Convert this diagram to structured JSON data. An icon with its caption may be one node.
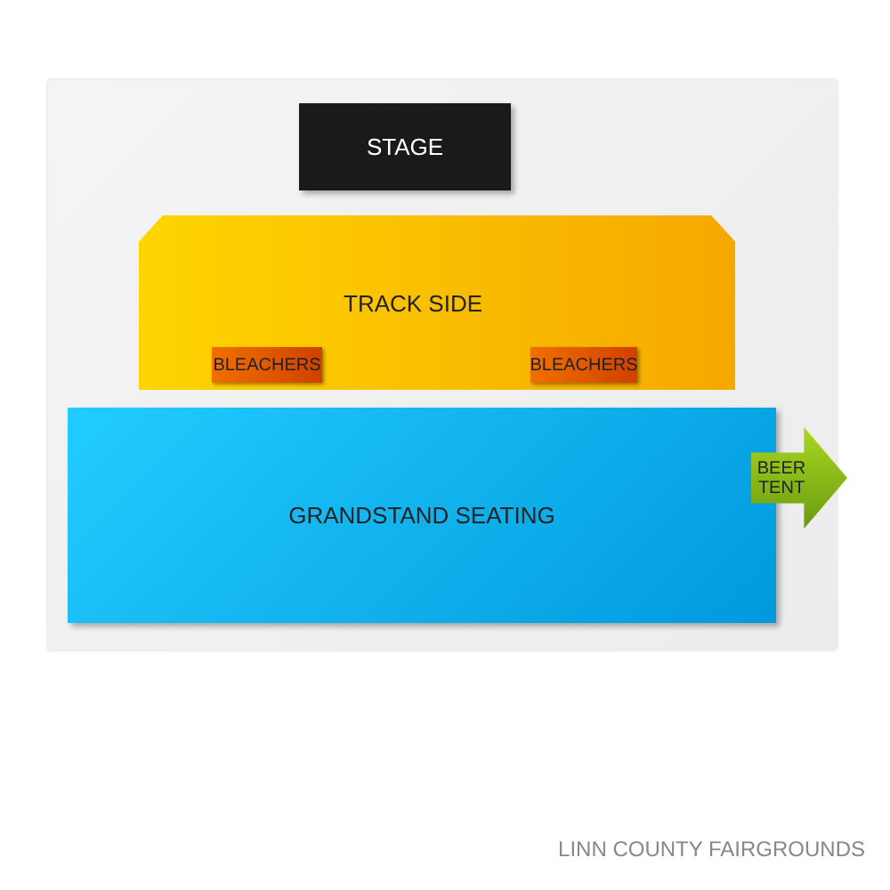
{
  "diagram": {
    "caption": "LINN COUNTY FAIRGROUNDS",
    "nodes": [
      {
        "text": [
          "STAGE"
        ]
      },
      {
        "text": [
          "TRACK SIDE"
        ]
      },
      {
        "text": [
          "BLEACHERS"
        ],
        "in": 1
      },
      {
        "text": [
          "BLEACHERS"
        ],
        "in": 1
      },
      {
        "text": [
          "GRANDSTAND SEATING"
        ]
      },
      {
        "text": [
          "BEER TENT"
        ]
      }
    ],
    "edges": []
  }
}
